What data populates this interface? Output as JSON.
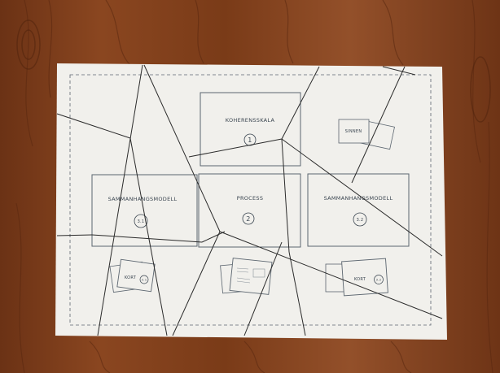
{
  "poster": {
    "boxes": {
      "koherensskala": {
        "label": "KOHERENSSKALA",
        "number": "1"
      },
      "sinnen": {
        "label": "SINNEN"
      },
      "sammanhangsmodell_left": {
        "label": "SAMMANHANGSMODELL",
        "number": "3.1"
      },
      "process": {
        "label": "PROCESS",
        "number": "2"
      },
      "sammanhangsmodell_right": {
        "label": "SAMMANHANGSMODELL",
        "number": "3.2"
      },
      "kort_left": {
        "label": "KORT",
        "number": "3.1"
      },
      "kort_right": {
        "label": "KORT",
        "number": "3.2"
      }
    }
  }
}
